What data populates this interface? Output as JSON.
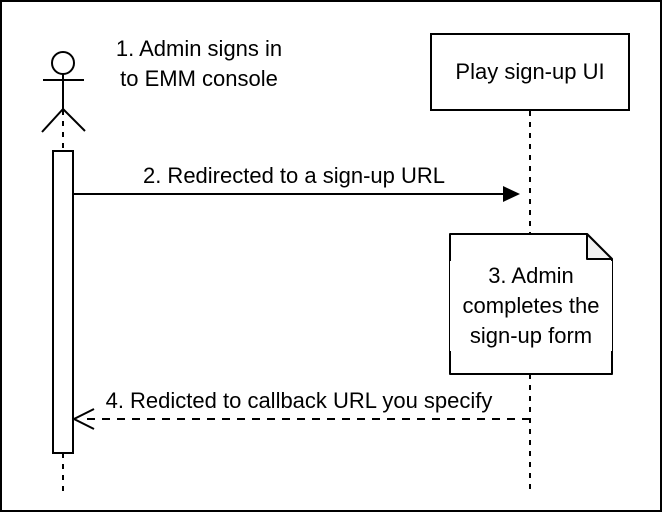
{
  "diagram": {
    "type": "sequence-diagram",
    "actor": {
      "step_label": "1. Admin signs in\nto EMM console"
    },
    "participant": {
      "label": "Play sign-up UI"
    },
    "messages": [
      {
        "label": "2. Redirected to a sign-up URL",
        "direction": "right",
        "style": "solid-filled-arrow"
      },
      {
        "label": "4. Redicted to callback URL you specify",
        "direction": "left",
        "style": "dashed-open-arrow"
      }
    ],
    "note": {
      "label": "3. Admin\ncompletes the\nsign-up form"
    },
    "colors": {
      "line": "#000000",
      "background": "#ffffff",
      "note_fill": "#ffffff",
      "note_fold": "#f2f2f2",
      "outer_border": "#000000"
    }
  }
}
